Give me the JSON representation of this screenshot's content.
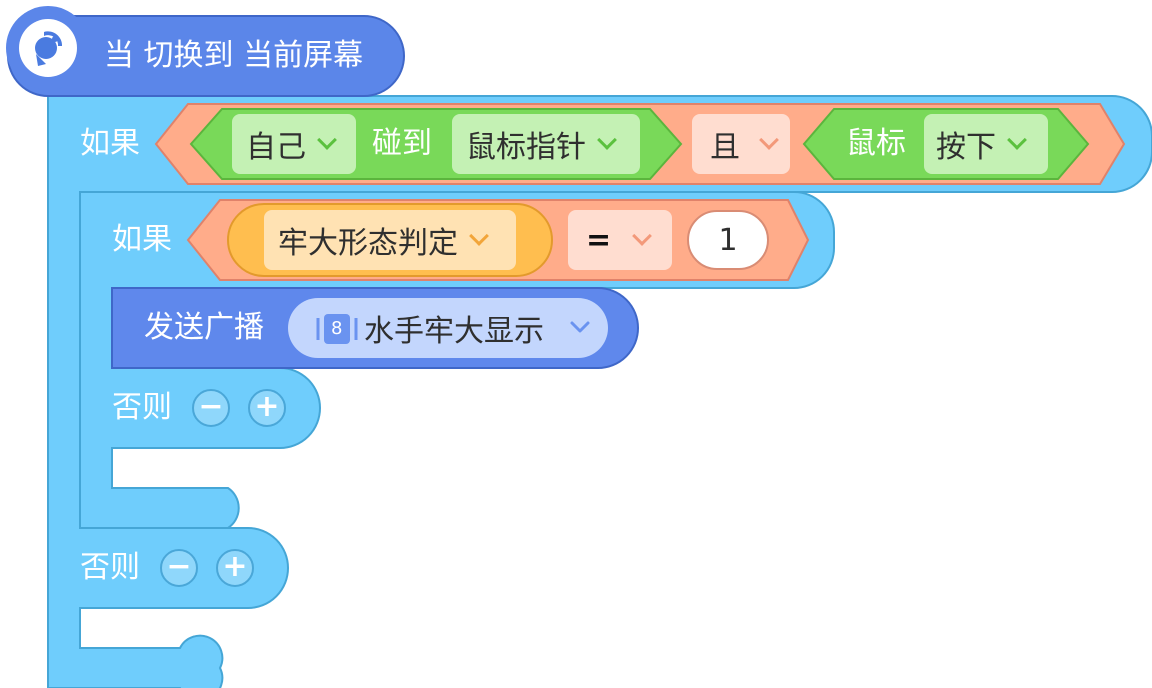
{
  "hat": {
    "label": "当 切换到 当前屏幕",
    "icon": "satellite-dish-icon"
  },
  "outer_if": {
    "if_label": "如果",
    "touch": {
      "sprite": "自己",
      "verb": "碰到",
      "target": "鼠标指针"
    },
    "and_label": "且",
    "mouse": {
      "label": "鼠标",
      "state": "按下"
    },
    "else_label": "否则"
  },
  "inner_if": {
    "if_label": "如果",
    "variable": "牢大形态判定",
    "operator": "=",
    "value": "1",
    "else_label": "否则"
  },
  "broadcast": {
    "label": "发送广播",
    "badge": "8",
    "message": "水手牢大显示"
  },
  "buttons": {
    "minus": "−",
    "plus": "+"
  },
  "colors": {
    "event_blue": "#5b86e9",
    "control_cyan": "#6fcdfc",
    "operator_salmon": "#ffac8a",
    "sensing_green": "#79d959",
    "variable_orange": "#ffbe4f",
    "broadcast_blue": "#5f88ec"
  }
}
